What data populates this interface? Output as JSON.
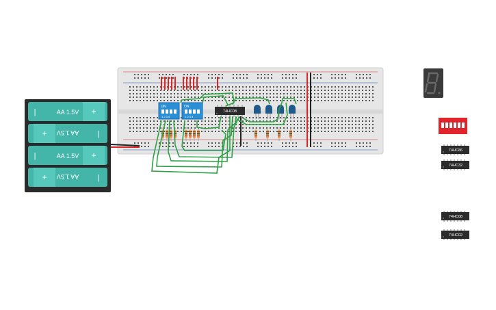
{
  "battery_pack": {
    "cells": [
      {
        "label": "AA 1.5V",
        "minus": "|",
        "plus": "+",
        "orientation": "normal"
      },
      {
        "label": "AA 1.5V",
        "minus": "|",
        "plus": "+",
        "orientation": "flipped"
      },
      {
        "label": "AA 1.5V",
        "minus": "|",
        "plus": "+",
        "orientation": "normal"
      },
      {
        "label": "AA 1.5V",
        "minus": "|",
        "plus": "+",
        "orientation": "flipped"
      }
    ]
  },
  "breadboard": {
    "dip_switches": [
      {
        "label": "ON",
        "pins": "1 2 3 4"
      },
      {
        "label": "ON",
        "pins": "1 2 3 4"
      }
    ],
    "ic_chip": {
      "label": "74HC08"
    }
  },
  "palette": {
    "ic_chips": [
      {
        "label": "74HC86"
      },
      {
        "label": "74HC32"
      },
      {
        "label": "74HC08"
      },
      {
        "label": "74HC02"
      }
    ]
  },
  "colors": {
    "wire_green": "#2ea043",
    "wire_red": "#d62828",
    "led_blue": "#1f5a8a",
    "dip_blue": "#2b8fd6",
    "battery_teal": "#44b5a9",
    "breadboard": "#e6e6e6",
    "dip_red": "#e0242b",
    "resistor": "#d9a35b"
  }
}
